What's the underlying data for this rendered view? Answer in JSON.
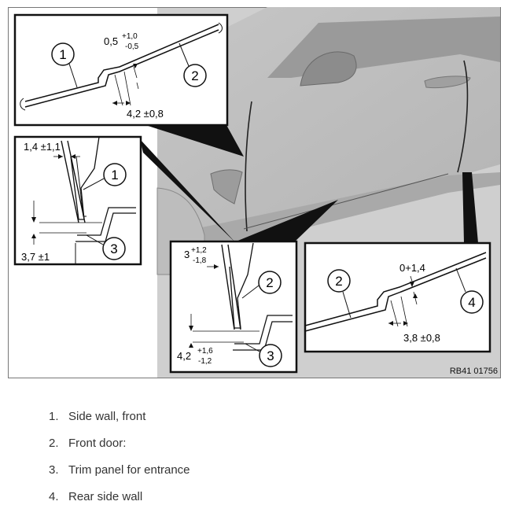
{
  "figure": {
    "reference_code": "RB41 01756",
    "callouts": {
      "top_left": {
        "balloon_a": "1",
        "balloon_b": "2",
        "offset": "0,5",
        "offset_plus": "+1,0",
        "offset_minus": "-0,5",
        "gap": "4,2 ±0,8"
      },
      "middle_left": {
        "gap": "1,4 ±1,1",
        "balloon_a": "1",
        "balloon_b": "3",
        "depth": "3,7 ±1"
      },
      "bottom_center": {
        "gap": "3",
        "gap_plus": "+1,2",
        "gap_minus": "-1,8",
        "balloon_a": "2",
        "balloon_b": "3",
        "depth": "4,2",
        "depth_plus": "+1,6",
        "depth_minus": "-1,2"
      },
      "bottom_right": {
        "balloon_a": "2",
        "balloon_b": "4",
        "offset": "0+1,4",
        "gap": "3,8 ±0,8"
      }
    }
  },
  "legend": [
    {
      "num": "1.",
      "text": "Side wall, front"
    },
    {
      "num": "2.",
      "text": "Front door:"
    },
    {
      "num": "3.",
      "text": "Trim panel for entrance"
    },
    {
      "num": "4.",
      "text": "Rear side wall"
    }
  ]
}
